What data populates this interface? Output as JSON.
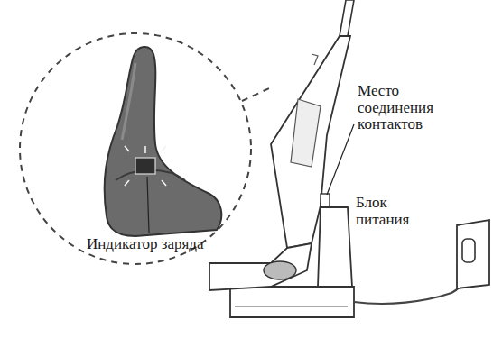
{
  "diagram": {
    "labels": [
      "Место соединения контактов",
      "Блок питания",
      "Индикатор заряда"
    ]
  }
}
